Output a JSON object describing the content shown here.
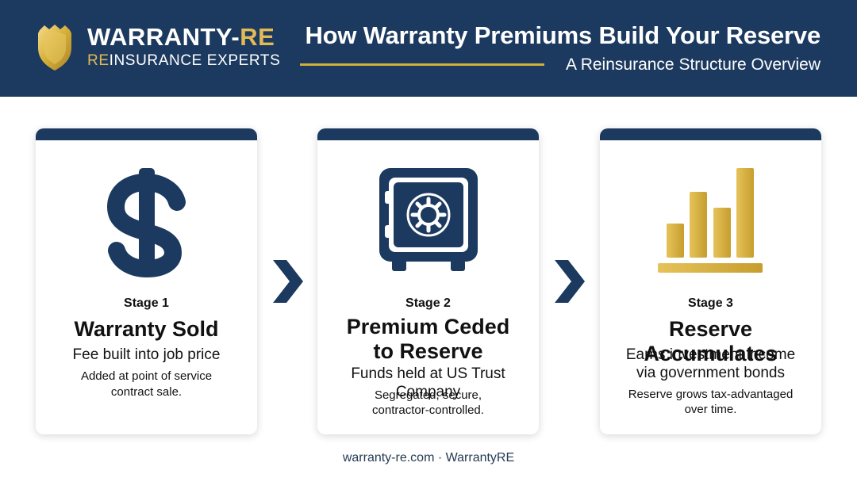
{
  "header": {
    "logo": {
      "name_main": "WARRANTY-",
      "name_accent": "RE",
      "tagline_accent": "RE",
      "tagline_rest": "INSURANCE EXPERTS",
      "icon": "shield-icon"
    },
    "title": "How Warranty Premiums Build Your Reserve",
    "subtitle": "A Reinsurance Structure Overview"
  },
  "stages": [
    {
      "stage_label": "Stage 1",
      "title": "Warranty Sold",
      "description": "Fee built into job price",
      "detail_line1": "Added at point of service",
      "detail_line2": "contract sale.",
      "icon": "dollar-sign-icon"
    },
    {
      "stage_label": "Stage 2",
      "title_line1": "Premium Ceded",
      "title_line2": "to Reserve",
      "description": "Funds held at US Trust Company",
      "detail_line1": "Segregated, secure,",
      "detail_line2": "contractor-controlled.",
      "icon": "vault-safe-icon"
    },
    {
      "stage_label": "Stage 3",
      "title": "Reserve Accumulates",
      "description_line1": "Earns investment income",
      "description_line2": "via government bonds",
      "detail_line1": "Reserve grows tax-advantaged",
      "detail_line2": "over time.",
      "icon": "bar-chart-growth-icon"
    }
  ],
  "arrows": [
    "chevron-right-icon",
    "chevron-right-icon"
  ],
  "footer": "warranty-re.com · WarrantyRE",
  "colors": {
    "navy": "#1c3a5f",
    "gold": "#d4af37",
    "text": "#111111",
    "background": "#ffffff"
  }
}
